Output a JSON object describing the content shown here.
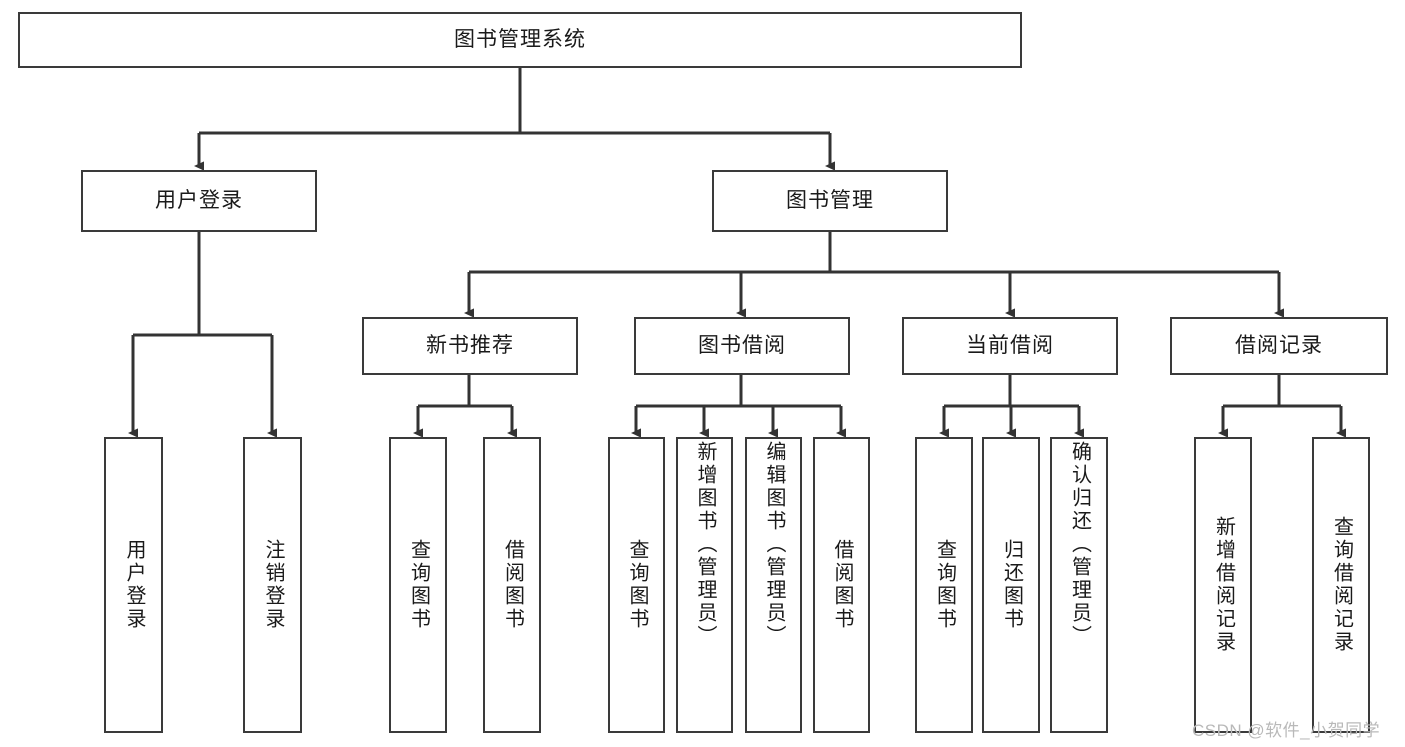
{
  "diagram": {
    "title": "图书管理系统",
    "type": "tree-hierarchy-chart",
    "watermark": "CSDN @软件_小贺同学",
    "colors": {
      "box_border": "#3a3a3a",
      "box_fill": "#ffffff",
      "connector": "#333333",
      "text": "#1a1a1a",
      "watermark": "#b9b9b9"
    },
    "root": {
      "label": "图书管理系统"
    },
    "level2": [
      {
        "label": "用户登录"
      },
      {
        "label": "图书管理"
      }
    ],
    "level3": [
      {
        "label": "新书推荐"
      },
      {
        "label": "图书借阅"
      },
      {
        "label": "当前借阅"
      },
      {
        "label": "借阅记录"
      }
    ],
    "leaves": {
      "user_login": [
        {
          "label": "用户登录"
        },
        {
          "label": "注销登录"
        }
      ],
      "new_book_recommend": [
        {
          "label": "查询图书"
        },
        {
          "label": "借阅图书"
        }
      ],
      "book_borrow": [
        {
          "label": "查询图书"
        },
        {
          "label": "新增图书（管理员）"
        },
        {
          "label": "编辑图书（管理员）"
        },
        {
          "label": "借阅图书"
        }
      ],
      "current_borrow": [
        {
          "label": "查询图书"
        },
        {
          "label": "归还图书"
        },
        {
          "label": "确认归还（管理员）"
        }
      ],
      "borrow_record": [
        {
          "label": "新增借阅记录"
        },
        {
          "label": "查询借阅记录"
        }
      ]
    }
  }
}
